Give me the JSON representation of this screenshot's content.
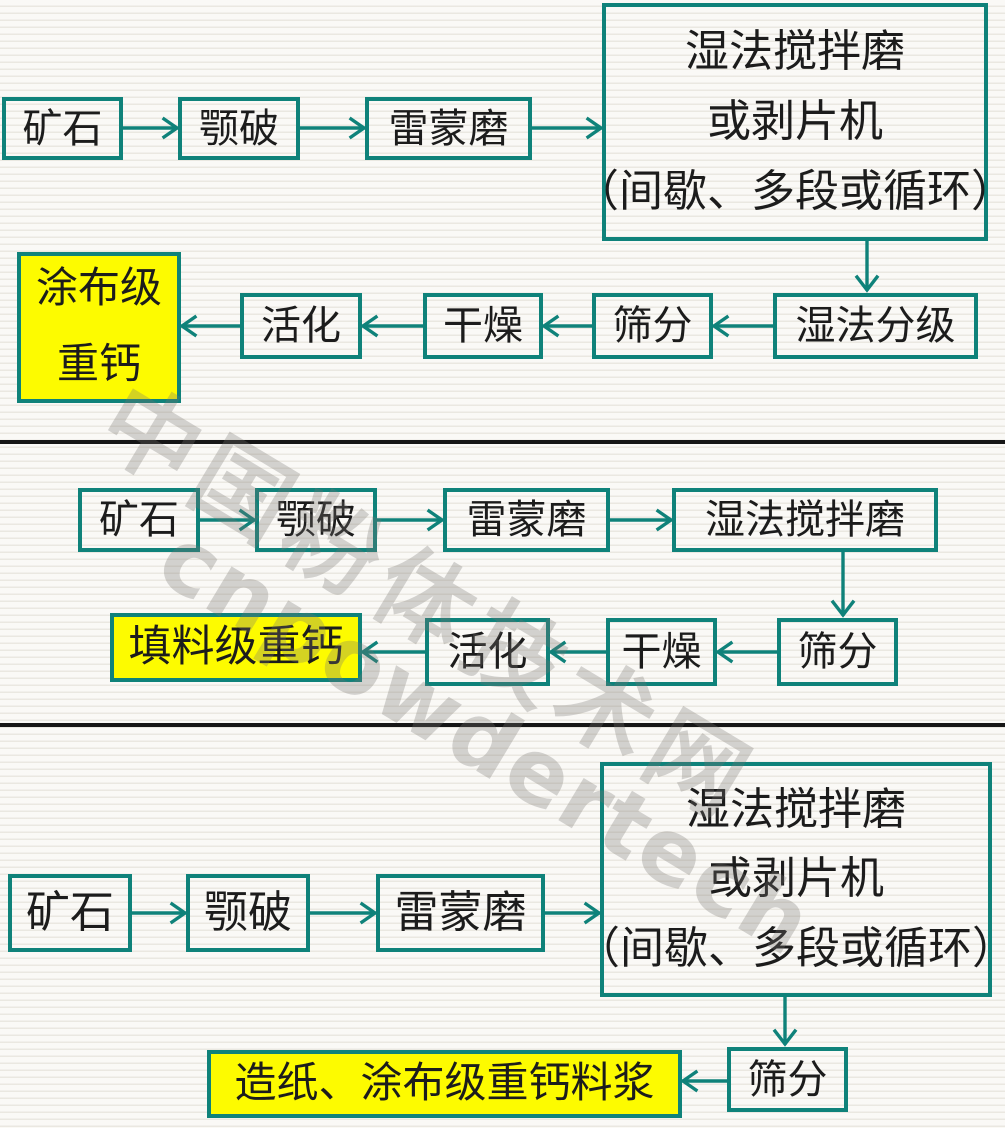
{
  "colors": {
    "accent_teal": "#0f827a",
    "highlight_yellow": "#fdfb00",
    "divider_black": "#161616",
    "background": "#f5f3ee",
    "text": "#1c1c1c",
    "watermark_gray": "#9a9894"
  },
  "watermark": {
    "line1": "中国粉体技术网",
    "line2": "cnpowdertech"
  },
  "flow1": {
    "boxes": {
      "ore": "矿石",
      "jaw_crusher": "颚破",
      "raymond_mill": "雷蒙磨",
      "wet_mill_line1": "湿法搅拌磨",
      "wet_mill_line2": "或剥片机",
      "wet_mill_line3": "（间歇、多段或循环）",
      "wet_classification": "湿法分级",
      "sieving": "筛分",
      "drying": "干燥",
      "activation": "活化",
      "product_line1": "涂布级",
      "product_line2": "重钙"
    }
  },
  "flow2": {
    "boxes": {
      "ore": "矿石",
      "jaw_crusher": "颚破",
      "raymond_mill": "雷蒙磨",
      "wet_mill": "湿法搅拌磨",
      "sieving": "筛分",
      "drying": "干燥",
      "activation": "活化",
      "product": "填料级重钙"
    }
  },
  "flow3": {
    "boxes": {
      "ore": "矿石",
      "jaw_crusher": "颚破",
      "raymond_mill": "雷蒙磨",
      "wet_mill_line1": "湿法搅拌磨",
      "wet_mill_line2": "或剥片机",
      "wet_mill_line3": "（间歇、多段或循环）",
      "sieving": "筛分",
      "product": "造纸、涂布级重钙料浆"
    }
  }
}
